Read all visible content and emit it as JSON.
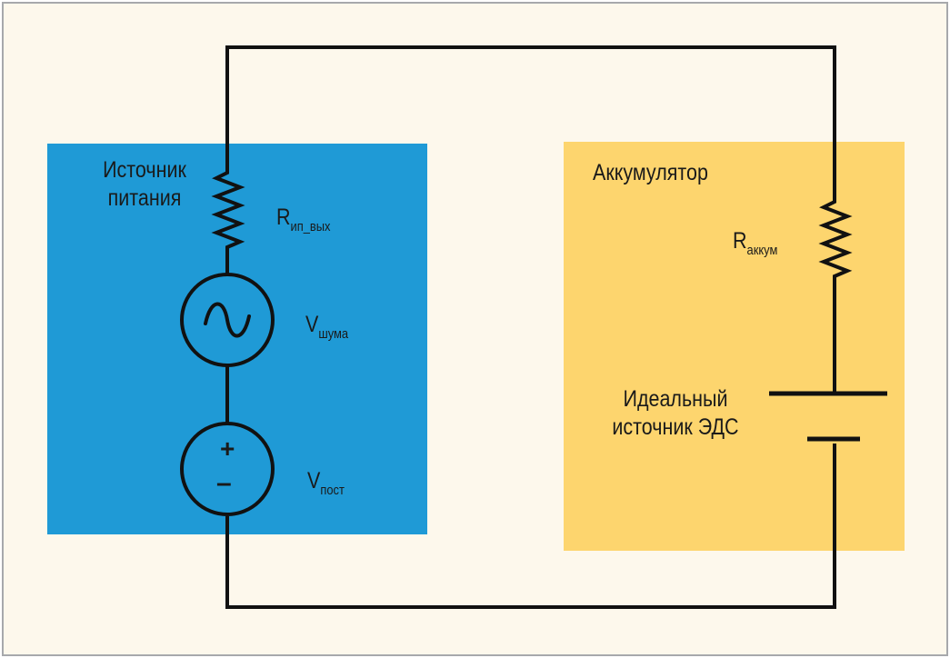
{
  "power_supply": {
    "title_line1": "Источник",
    "title_line2": "питания",
    "r_out": {
      "main": "R",
      "sub": "ип_вых"
    },
    "v_noise": {
      "main": "V",
      "sub": "шума"
    },
    "v_dc": {
      "main": "V",
      "sub": "пост"
    },
    "plus_sign": "+",
    "minus_sign": "–",
    "color": "#1f9ad6"
  },
  "battery": {
    "title": "Аккумулятор",
    "r_batt": {
      "main": "R",
      "sub": "аккум"
    },
    "emf_line1": "Идеальный",
    "emf_line2": "источник ЭДС",
    "color": "#fdd56e"
  },
  "colors": {
    "background": "#fdf8ec",
    "border": "#a7a9ac",
    "wire": "#111111"
  }
}
